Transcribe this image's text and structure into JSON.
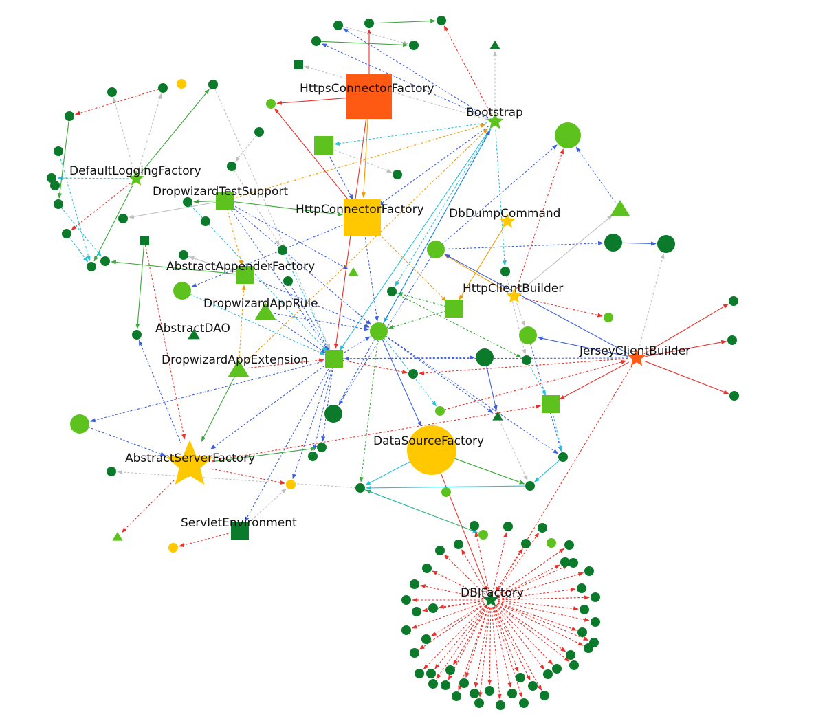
{
  "colors": {
    "dark_green": "#0b7a2a",
    "light_green": "#5ec21e",
    "yellow": "#ffc800",
    "orange": "#ff5a14",
    "edge_red": "#e8322c",
    "edge_blue": "#3c5fe0",
    "edge_cyan": "#27c0dd",
    "edge_green": "#3aa83a",
    "edge_orange": "#f39a00",
    "edge_gray": "#bfbfbf"
  },
  "nodes": {
    "https_connector_factory": {
      "label": "HttpsConnectorFactory",
      "shape": "square",
      "color": "orange"
    },
    "bootstrap": {
      "label": "Bootstrap",
      "shape": "star",
      "color": "light_green"
    },
    "default_logging_factory": {
      "label": "DefaultLoggingFactory",
      "shape": "star",
      "color": "light_green"
    },
    "dropwizard_test_support": {
      "label": "DropwizardTestSupport",
      "shape": "square",
      "color": "light_green"
    },
    "http_connector_factory": {
      "label": "HttpConnectorFactory",
      "shape": "square",
      "color": "yellow"
    },
    "db_dump_command": {
      "label": "DbDumpCommand",
      "shape": "star",
      "color": "yellow"
    },
    "abstract_appender_factory": {
      "label": "AbstractAppenderFactory",
      "shape": "square",
      "color": "light_green"
    },
    "http_client_builder": {
      "label": "HttpClientBuilder",
      "shape": "star",
      "color": "yellow"
    },
    "dropwizard_app_rule": {
      "label": "DropwizardAppRule",
      "shape": "triangle",
      "color": "light_green"
    },
    "abstract_dao": {
      "label": "AbstractDAO",
      "shape": "triangle",
      "color": "dark_green"
    },
    "jersey_client_builder": {
      "label": "JerseyClientBuilder",
      "shape": "star",
      "color": "orange"
    },
    "dropwizard_app_extension": {
      "label": "DropwizardAppExtension",
      "shape": "triangle",
      "color": "light_green"
    },
    "data_source_factory": {
      "label": "DataSourceFactory",
      "shape": "circle",
      "color": "yellow"
    },
    "abstract_server_factory": {
      "label": "AbstractServerFactory",
      "shape": "star",
      "color": "yellow"
    },
    "servlet_environment": {
      "label": "ServletEnvironment",
      "shape": "square",
      "color": "dark_green"
    },
    "dbi_factory": {
      "label": "DBIFactory",
      "shape": "star",
      "color": "dark_green"
    }
  }
}
